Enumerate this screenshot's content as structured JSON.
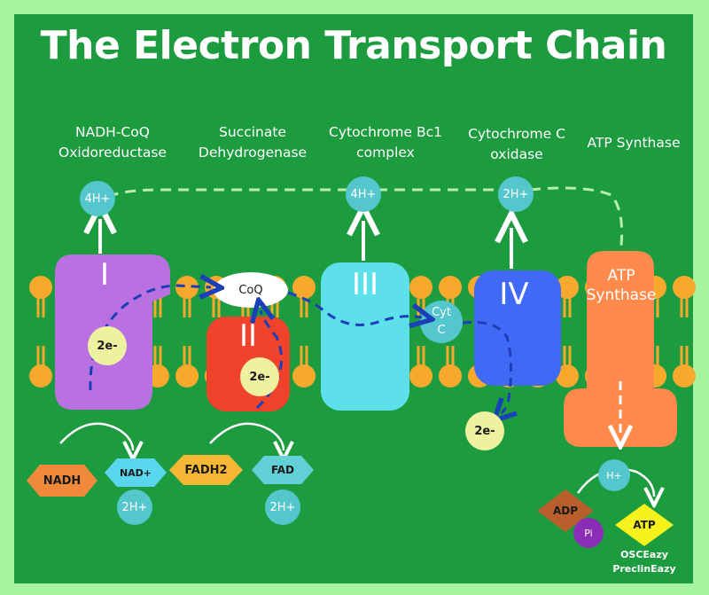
{
  "title": "The Electron Transport Chain",
  "complex_names": {
    "c1": "NADH-CoQ\nOxidoreductase",
    "c2": "Succinate\nDehydrogenase",
    "c3": "Cytochrome Bc1\ncomplex",
    "c4": "Cytochrome C\noxidase",
    "c5": "ATP Synthase"
  },
  "complex_labels": {
    "c1": "I",
    "c2": "II",
    "c3": "III",
    "c4": "IV",
    "c5": "ATP\nSynthase"
  },
  "carriers": {
    "coq": "CoQ",
    "cytc": "Cyt\nC"
  },
  "protons_out": {
    "c1": "4H+",
    "c3": "4H+",
    "c4": "2H+"
  },
  "electrons": {
    "c1": "2e-",
    "c2": "2e-",
    "c4": "2e-"
  },
  "substrates": {
    "nadh": "NADH",
    "nad": "NAD+",
    "h_nad": "2H+",
    "fadh2": "FADH2",
    "fad": "FAD",
    "h_fad": "2H+"
  },
  "synthase_reaction": {
    "h": "H+",
    "adp": "ADP",
    "pi": "Pi",
    "atp": "ATP"
  },
  "brand": "OSCEazy\nPreclinEazy",
  "colors": {
    "background": "#1d9b3f",
    "border": "#a6f4a0",
    "phospholipid": "#f7a92d",
    "complex_1": "#b970e0",
    "complex_2": "#f0432b",
    "complex_3": "#5ee0ea",
    "complex_4": "#4069f5",
    "atp_synthase": "#ff8a4b",
    "proton": "#54c7cd",
    "electron": "#eef2a0",
    "electron_path": "#1a3fb8",
    "nadh": "#f08a3a",
    "nad": "#5ad6ef",
    "fadh2": "#f6b735",
    "fad": "#62d1d7",
    "adp": "#b85f2d",
    "pi": "#8b2eb5",
    "atp": "#f8f21c"
  }
}
